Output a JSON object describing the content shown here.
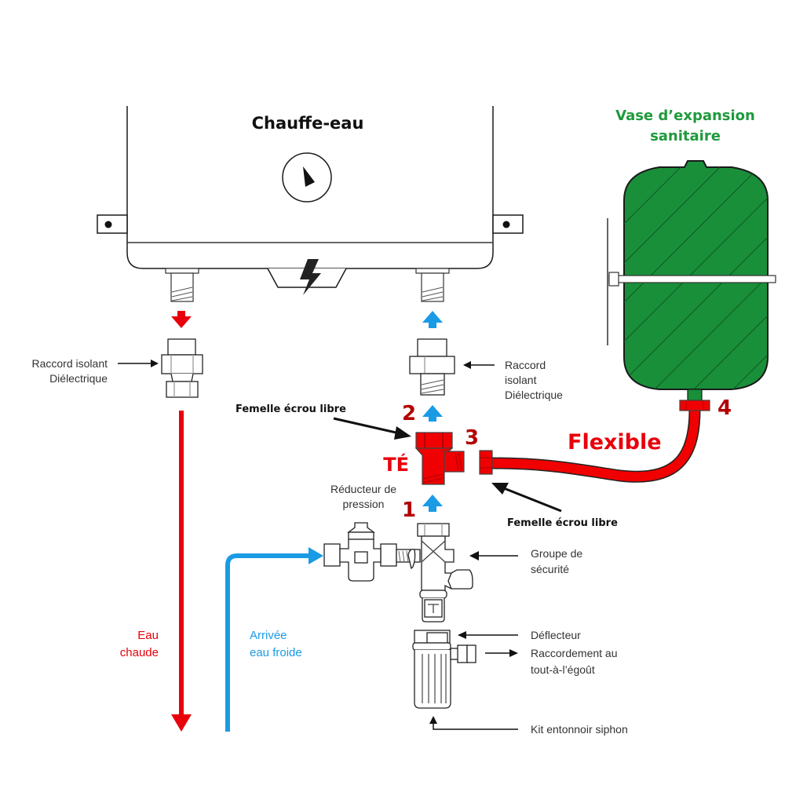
{
  "colors": {
    "hot": "#e8000b",
    "cold": "#1a9be6",
    "accent_red": "#b30000",
    "tank_green": "#1a8f3a",
    "title_green": "#1f9a3c",
    "outline": "#1a1a1a"
  },
  "heater": {
    "title": "Chauffe-eau",
    "dial_icon": "dial-icon",
    "power_icon": "lightning-icon"
  },
  "expansion_vessel": {
    "title_line1": "Vase d’expansion",
    "title_line2": "sanitaire"
  },
  "labels": {
    "raccord_left_line1": "Raccord isolant",
    "raccord_left_line2": "Diélectrique",
    "raccord_right_line1": "Raccord",
    "raccord_right_line2": "isolant",
    "raccord_right_line3": "Diélectrique",
    "femelle_top": "Femelle écrou libre",
    "femelle_bottom": "Femelle écrou libre",
    "te": "TÉ",
    "flexible": "Flexible",
    "reducteur_line1": "Réducteur de",
    "reducteur_line2": "pression",
    "groupe_line1": "Groupe de",
    "groupe_line2": "sécurité",
    "deflecteur": "Déflecteur",
    "raccordement_line1": "Raccordement au",
    "raccordement_line2": "tout-à-l’égoût",
    "kit": "Kit entonnoir siphon",
    "eau_chaude_line1": "Eau",
    "eau_chaude_line2": "chaude",
    "arrivee_line1": "Arrivée",
    "arrivee_line2": "eau froide"
  },
  "steps": {
    "one": "1",
    "two": "2",
    "three": "3",
    "four": "4"
  }
}
